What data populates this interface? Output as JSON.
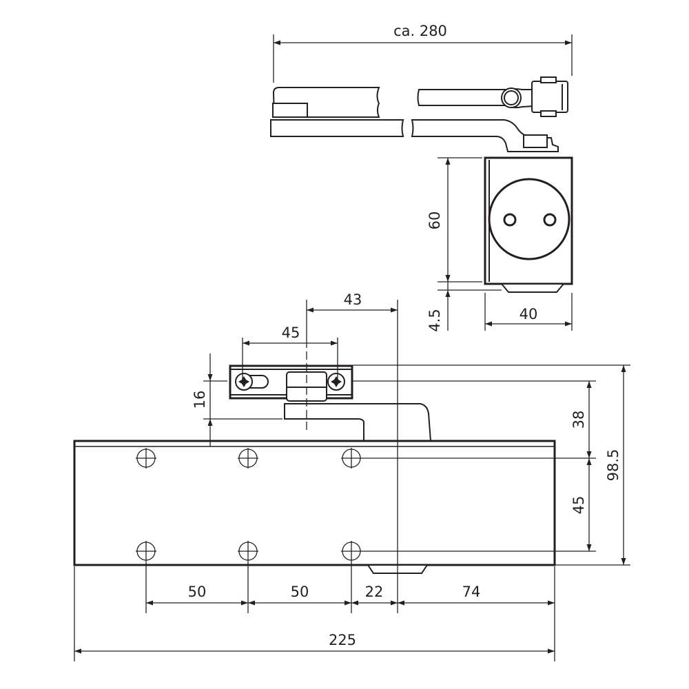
{
  "drawing": {
    "line_color": "#231f20",
    "dimensions": {
      "overall_arm_length": "ca. 280",
      "body_height_side": "60",
      "foot_height": "4.5",
      "body_depth": "40",
      "arm_offset": "43",
      "bracket_hole_spacing": "45",
      "bracket_height": "16",
      "bracket_to_hole": "38",
      "hole_vertical_spacing": "45",
      "total_height": "98.5",
      "hole_spacing_1": "50",
      "hole_spacing_2": "50",
      "hole_to_axis": "22",
      "axis_to_end": "74",
      "body_length": "225"
    }
  }
}
